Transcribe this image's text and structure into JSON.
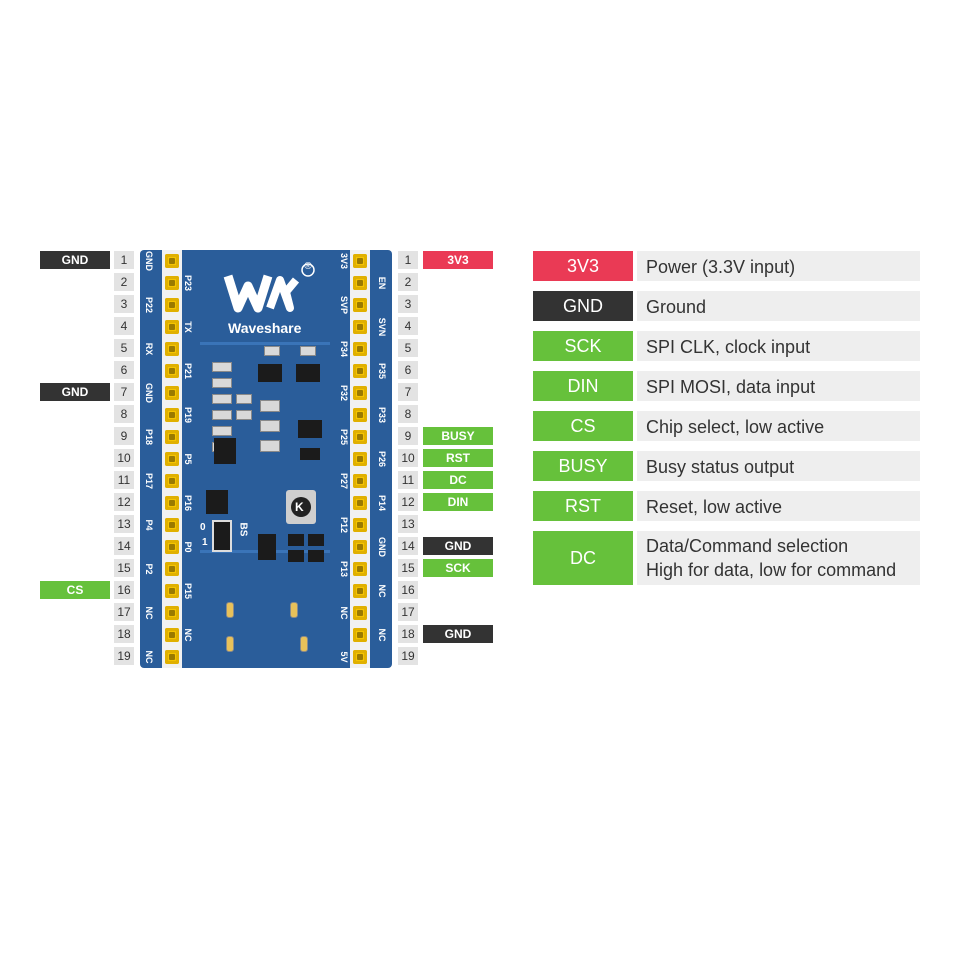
{
  "left_labels": [
    {
      "pin": 1,
      "label": "GND",
      "color": "#333333"
    },
    {
      "pin": 7,
      "label": "GND",
      "color": "#333333"
    },
    {
      "pin": 16,
      "label": "CS",
      "color": "#66c13b"
    }
  ],
  "right_labels": [
    {
      "pin": 1,
      "label": "3V3",
      "color": "#ea3a55"
    },
    {
      "pin": 9,
      "label": "BUSY",
      "color": "#66c13b"
    },
    {
      "pin": 10,
      "label": "RST",
      "color": "#66c13b"
    },
    {
      "pin": 11,
      "label": "DC",
      "color": "#66c13b"
    },
    {
      "pin": 12,
      "label": "DIN",
      "color": "#66c13b"
    },
    {
      "pin": 14,
      "label": "GND",
      "color": "#333333"
    },
    {
      "pin": 15,
      "label": "SCK",
      "color": "#66c13b"
    },
    {
      "pin": 18,
      "label": "GND",
      "color": "#333333"
    }
  ],
  "pin_numbers": [
    "1",
    "2",
    "3",
    "4",
    "5",
    "6",
    "7",
    "8",
    "9",
    "10",
    "11",
    "12",
    "13",
    "14",
    "15",
    "16",
    "17",
    "18",
    "19"
  ],
  "board": {
    "brand": "Waveshare",
    "registered": "®",
    "left_outer_silk": [
      "GND",
      "",
      "P22",
      "",
      "RX",
      "",
      "GND",
      "",
      "P18",
      "",
      "P17",
      "",
      "P4",
      "",
      "P2",
      "",
      "NC",
      "",
      "NC"
    ],
    "left_inner_silk": [
      "",
      "P23",
      "",
      "TX",
      "",
      "P21",
      "",
      "P19",
      "",
      "P5",
      "",
      "P16",
      "",
      "P0",
      "",
      "P15",
      "",
      "NC",
      ""
    ],
    "right_inner_silk": [
      "3V3",
      "",
      "SVP",
      "",
      "P34",
      "",
      "P32",
      "",
      "P25",
      "",
      "P27",
      "",
      "P12",
      "",
      "P13",
      "",
      "NC",
      "",
      "5V"
    ],
    "right_outer_silk": [
      "",
      "EN",
      "",
      "SVN",
      "",
      "P35",
      "",
      "P33",
      "",
      "P26",
      "",
      "P14",
      "",
      "GND",
      "",
      "NC",
      "",
      "NC",
      ""
    ],
    "switch_label": "BS",
    "switch_zero": "0",
    "switch_one": "1",
    "button_label": "K"
  },
  "legend": [
    {
      "tag": "3V3",
      "color": "#ea3a55",
      "desc": [
        "Power (3.3V input)"
      ]
    },
    {
      "tag": "GND",
      "color": "#333333",
      "desc": [
        "Ground"
      ]
    },
    {
      "tag": "SCK",
      "color": "#66c13b",
      "desc": [
        "SPI CLK, clock input"
      ]
    },
    {
      "tag": "DIN",
      "color": "#66c13b",
      "desc": [
        "SPI MOSI, data input"
      ]
    },
    {
      "tag": "CS",
      "color": "#66c13b",
      "desc": [
        "Chip select, low active"
      ]
    },
    {
      "tag": "BUSY",
      "color": "#66c13b",
      "desc": [
        "Busy status output"
      ]
    },
    {
      "tag": "RST",
      "color": "#66c13b",
      "desc": [
        "Reset, low active"
      ]
    },
    {
      "tag": "DC",
      "color": "#66c13b",
      "desc": [
        "Data/Command selection",
        "High for data, low for command"
      ]
    }
  ]
}
